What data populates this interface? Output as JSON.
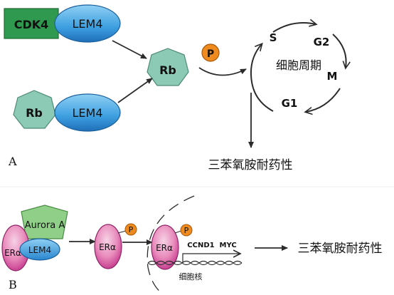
{
  "panel_a": {
    "panel_label": "A",
    "cdk4": "CDK4",
    "lem4_top": "LEM4",
    "lem4_bottom": "LEM4",
    "rb_phos": "Rb",
    "rb_bottom": "Rb",
    "phospho": "P",
    "cycle": {
      "center": "细胞周期",
      "s": "S",
      "g2": "G2",
      "m": "M",
      "g1": "G1"
    },
    "outcome": "三苯氧胺耐药性"
  },
  "panel_b": {
    "panel_label": "B",
    "aurora": "Aurora A",
    "er_alpha": "ERα",
    "lem4": "LEM4",
    "phospho": "P",
    "genes": "CCND1  MYC",
    "nucleus": "细胞核",
    "outcome": "三苯氧胺耐药性"
  },
  "colors": {
    "green": "#2f9a4f",
    "blue_light": "#7cc4ec",
    "blue_dark": "#1f6fb7",
    "teal": "#8ccab5",
    "orange": "#ef8a1e",
    "pink_light": "#f1b9d6",
    "pink_dark": "#c2338a",
    "aurora_green": "#8fcf88"
  }
}
